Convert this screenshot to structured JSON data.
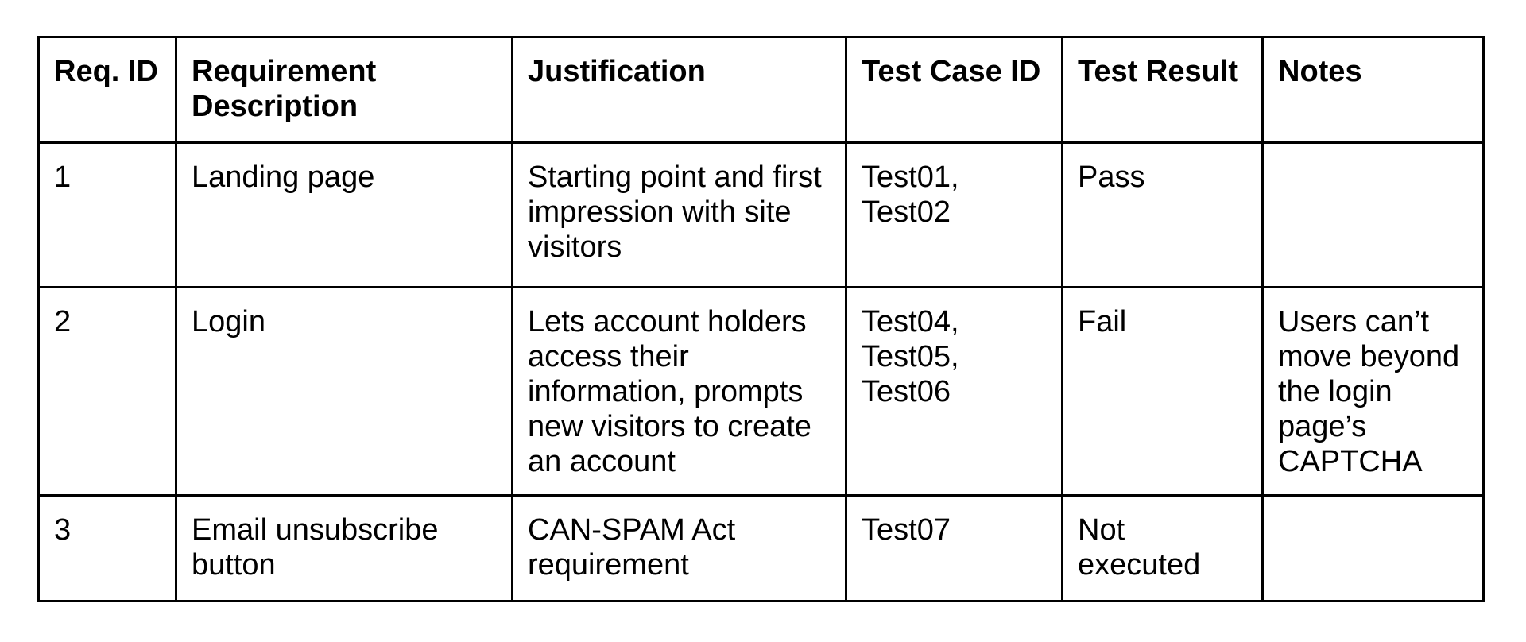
{
  "colors": {
    "border": "#000000",
    "text": "#000000",
    "background": "#ffffff"
  },
  "table": {
    "headers": {
      "req_id": "Req. ID",
      "description": "Requirement Description",
      "justification": "Justification",
      "test_case_id": "Test Case ID",
      "test_result": "Test Result",
      "notes": "Notes"
    },
    "rows": [
      {
        "req_id": "1",
        "description": "Landing page",
        "justification": "Starting point and first impression with site visitors",
        "test_case_id": "Test01, Test02",
        "test_result": "Pass",
        "notes": ""
      },
      {
        "req_id": "2",
        "description": "Login",
        "justification": "Lets account holders access their information, prompts new visitors to create an account",
        "test_case_id": "Test04, Test05, Test06",
        "test_result": "Fail",
        "notes": "Users can’t move beyond the login page’s CAPTCHA"
      },
      {
        "req_id": "3",
        "description": "Email unsubscribe button",
        "justification": "CAN-SPAM Act requirement",
        "test_case_id": "Test07",
        "test_result": "Not executed",
        "notes": ""
      }
    ]
  }
}
